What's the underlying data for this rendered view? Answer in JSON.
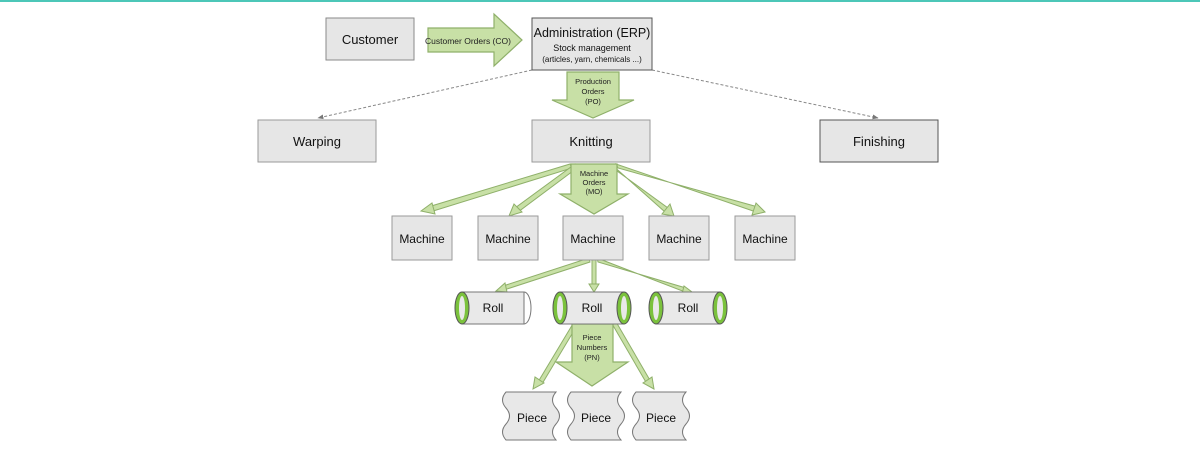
{
  "nodes": {
    "customer": "Customer",
    "admin_title": "Administration (ERP)",
    "admin_sub1": "Stock management",
    "admin_sub2": "(articles, yarn, chemicals ...)",
    "warping": "Warping",
    "knitting": "Knitting",
    "finishing": "Finishing",
    "machine": "Machine",
    "roll": "Roll",
    "piece": "Piece"
  },
  "arrows": {
    "customer_orders": "Customer Orders (CO)",
    "po_1": "Production",
    "po_2": "Orders",
    "po_3": "(PO)",
    "mo_1": "Machine",
    "mo_2": "Orders",
    "mo_3": "(MO)",
    "pn_1": "Piece",
    "pn_2": "Numbers",
    "pn_3": "(PN)"
  },
  "colors": {
    "box_fill": "#e6e6e6",
    "box_stroke": "#8a8a8a",
    "arrow_fill": "#c8e0a6",
    "arrow_stroke": "#8fb06a",
    "roll_accent": "#7bc23d",
    "accent_rule": "#4cc7b8"
  }
}
